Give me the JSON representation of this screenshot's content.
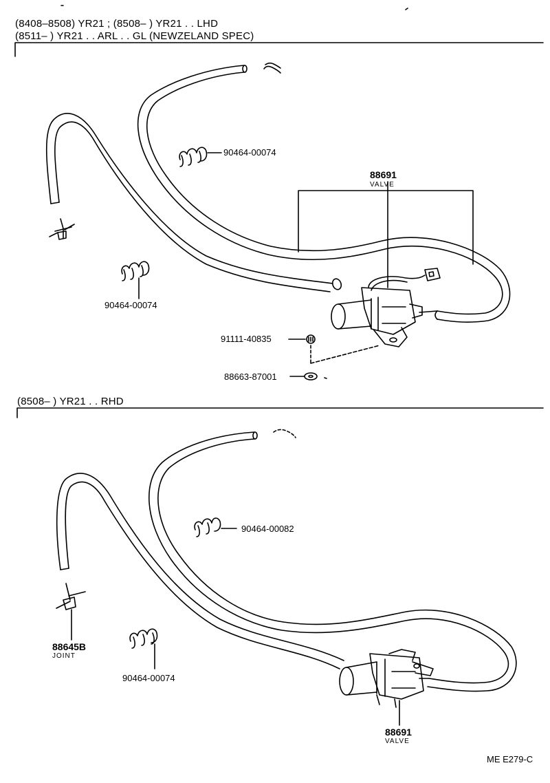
{
  "header": {
    "line1": "(8408–8508) YR21 ; (8508–        ) YR21 . . LHD",
    "line2": "(8511–        ) YR21 . . ARL . . GL (NEWZELAND SPEC)"
  },
  "section2": {
    "title": "(8508–        ) YR21 . . RHD"
  },
  "top": {
    "valve_number": "88691",
    "valve_name": "VALVE",
    "clamp_upper": "90464-00074",
    "clamp_left": "90464-00074",
    "bolt": "91111-40835",
    "washer": "88663-87001"
  },
  "bottom": {
    "clamp_upper": "90464-00082",
    "joint_number": "88645B",
    "joint_name": "JOINT",
    "clamp_lower": "90464-00074",
    "valve_number": "88691",
    "valve_name": "VALVE"
  },
  "footer": {
    "code": "ME E279-C"
  }
}
